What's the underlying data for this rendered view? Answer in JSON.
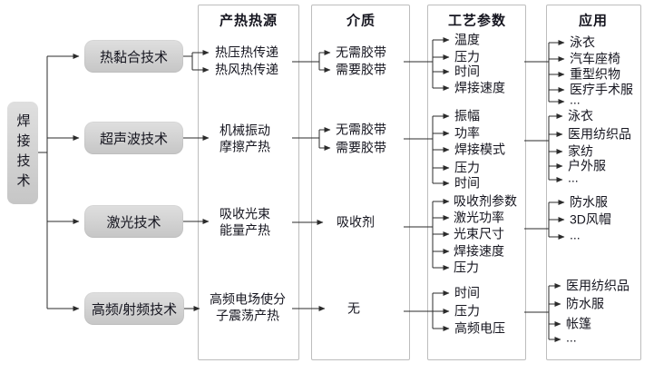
{
  "root_label": "焊接技术",
  "column_headers": [
    "产热热源",
    "介质",
    "工艺参数",
    "应用"
  ],
  "branches": [
    {
      "technology": "热黏合技术",
      "heat_source": [
        "热压热传递",
        "热风热传递"
      ],
      "medium": [
        "无需胶带",
        "需要胶带"
      ],
      "parameters": [
        "温度",
        "压力",
        "时间",
        "焊接速度"
      ],
      "applications": [
        "泳衣",
        "汽车座椅",
        "重型织物",
        "医疗手术服",
        "..."
      ]
    },
    {
      "technology": "超声波技术",
      "heat_source": [
        "机械振动\n摩擦产热"
      ],
      "medium": [
        "无需胶带",
        "需要胶带"
      ],
      "parameters": [
        "振幅",
        "功率",
        "焊接模式",
        "压力",
        "时间"
      ],
      "applications": [
        "泳衣",
        "医用纺织品",
        "家纺",
        "户外服",
        "..."
      ]
    },
    {
      "technology": "激光技术",
      "heat_source": [
        "吸收光束\n能量产热"
      ],
      "medium": [
        "吸收剂"
      ],
      "parameters": [
        "吸收剂参数",
        "激光功率",
        "光束尺寸",
        "焊接速度",
        "压力"
      ],
      "applications": [
        "防水服",
        "3D风帽",
        "..."
      ]
    },
    {
      "technology": "高频/射频技术",
      "heat_source": [
        "高频电场使分\n子震荡产热"
      ],
      "medium": [
        "无"
      ],
      "parameters": [
        "时间",
        "压力",
        "高频电压"
      ],
      "applications": [
        "医用纺织品",
        "防水服",
        "帐篷",
        "..."
      ]
    }
  ],
  "colors": {
    "line": "#2b2b2b",
    "panel_border": "#bdbdbd",
    "box_top": "#dfdfdf",
    "box_bottom": "#c6c6c6",
    "text": "#15151f"
  }
}
